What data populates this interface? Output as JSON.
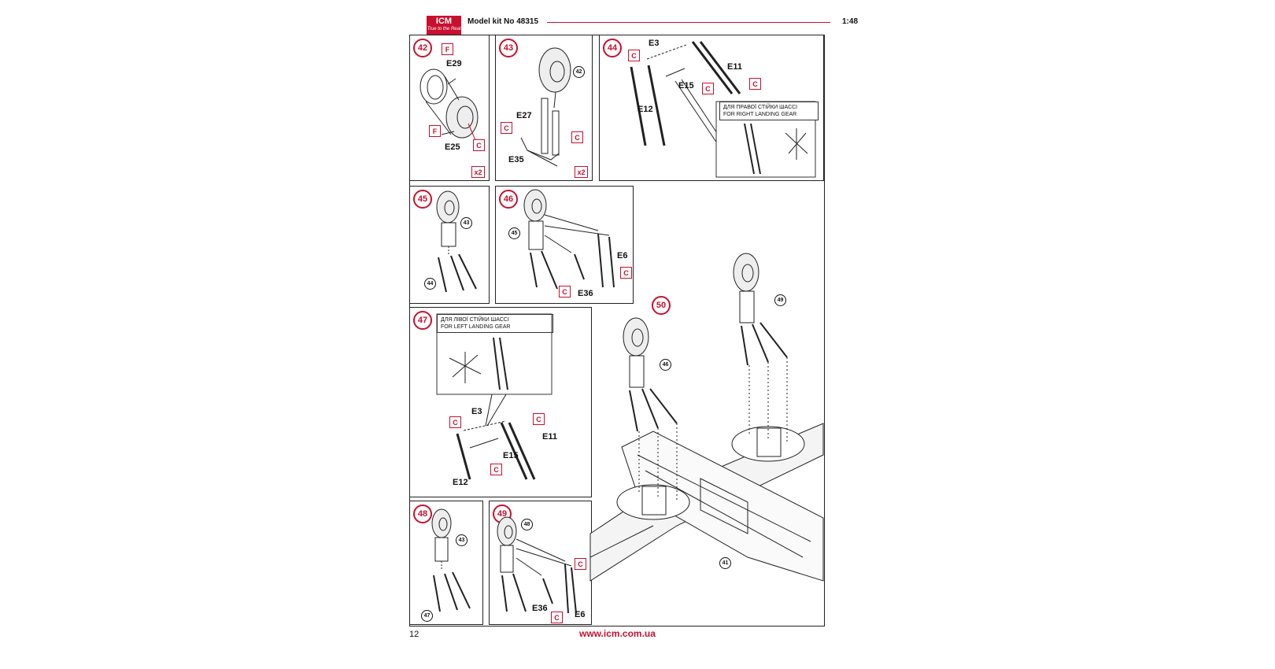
{
  "header": {
    "logo_text": "ICM",
    "logo_tagline": "True to the Real",
    "kit_label": "Model kit No 48315",
    "scale": "1:48"
  },
  "footer": {
    "page_number": "12",
    "website": "www.icm.com.ua"
  },
  "accent_color": "#c8102e",
  "steps": {
    "s42": {
      "number": "42",
      "parts": [
        "E29",
        "E25"
      ],
      "tags": [
        "F",
        "F",
        "C"
      ],
      "multiplier": "x2"
    },
    "s43": {
      "number": "43",
      "parts": [
        "E27",
        "E35"
      ],
      "refs": [
        "42"
      ],
      "tags": [
        "C",
        "C"
      ],
      "multiplier": "x2"
    },
    "s44": {
      "number": "44",
      "parts": [
        "E3",
        "E11",
        "E15",
        "E12"
      ],
      "tags": [
        "C",
        "C",
        "C"
      ],
      "note_line1": "ДЛЯ ПРАВОЇ СТІЙКИ ШАССІ",
      "note_line2": "FOR RIGHT LANDING GEAR"
    },
    "s45": {
      "number": "45",
      "refs": [
        "43",
        "44"
      ]
    },
    "s46": {
      "number": "46",
      "parts": [
        "E6",
        "E36"
      ],
      "refs": [
        "45"
      ],
      "tags": [
        "C",
        "C"
      ]
    },
    "s47": {
      "number": "47",
      "parts": [
        "E3",
        "E11",
        "E15",
        "E12"
      ],
      "tags": [
        "C",
        "C",
        "C"
      ],
      "note_line1": "ДЛЯ ЛІВОЇ СТІЙКИ ШАССІ",
      "note_line2": "FOR LEFT LANDING GEAR"
    },
    "s48": {
      "number": "48",
      "refs": [
        "43",
        "47"
      ]
    },
    "s49": {
      "number": "49",
      "parts": [
        "E36",
        "E6"
      ],
      "refs": [
        "48"
      ],
      "tags": [
        "C",
        "C"
      ]
    },
    "s50": {
      "number": "50",
      "refs": [
        "49",
        "46",
        "41"
      ]
    }
  }
}
